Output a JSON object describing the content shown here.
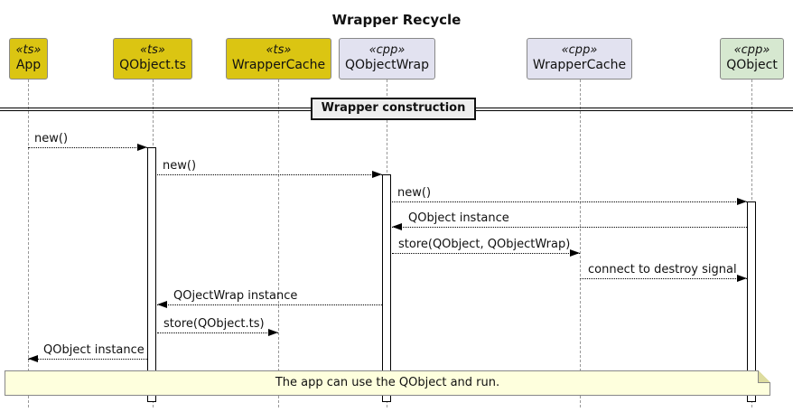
{
  "title": "Wrapper Recycle",
  "divider": {
    "label": "Wrapper construction"
  },
  "participants": [
    {
      "stereotype": "«ts»",
      "name": "App"
    },
    {
      "stereotype": "«ts»",
      "name": "QObject.ts"
    },
    {
      "stereotype": "«ts»",
      "name": "WrapperCache"
    },
    {
      "stereotype": "«cpp»",
      "name": "QObjectWrap"
    },
    {
      "stereotype": "«cpp»",
      "name": "WrapperCache"
    },
    {
      "stereotype": "«cpp»",
      "name": "QObject"
    }
  ],
  "messages": [
    {
      "label": "new()",
      "from": "App",
      "to": "QObject.ts",
      "kind": "call"
    },
    {
      "label": "new()",
      "from": "QObject.ts",
      "to": "QObjectWrap",
      "kind": "call"
    },
    {
      "label": "new()",
      "from": "QObjectWrap",
      "to": "QObject",
      "kind": "call"
    },
    {
      "label": "QObject instance",
      "from": "QObject",
      "to": "QObjectWrap",
      "kind": "return"
    },
    {
      "label": "store(QObject, QObjectWrap)",
      "from": "QObjectWrap",
      "to": "WrapperCache (cpp)",
      "kind": "call"
    },
    {
      "label": "connect to destroy signal",
      "from": "WrapperCache (cpp)",
      "to": "QObject",
      "kind": "call"
    },
    {
      "label": "QOjectWrap instance",
      "from": "QObjectWrap",
      "to": "QObject.ts",
      "kind": "return"
    },
    {
      "label": "store(QObject.ts)",
      "from": "QObject.ts",
      "to": "WrapperCache (ts)",
      "kind": "call"
    },
    {
      "label": "QObject instance",
      "from": "QObject.ts",
      "to": "App",
      "kind": "return"
    }
  ],
  "note": {
    "text": "The app can use the QObject and run."
  },
  "colors": {
    "ts_fill": "#DBC512",
    "cpp_fill": "#E2E2F0",
    "qobject_fill": "#D6E8D0",
    "box_border": "#888888",
    "note_fill": "#FEFFDD",
    "divider_fill": "#EEEEEE",
    "lifeline": "#999999",
    "message_line": "#000000"
  }
}
